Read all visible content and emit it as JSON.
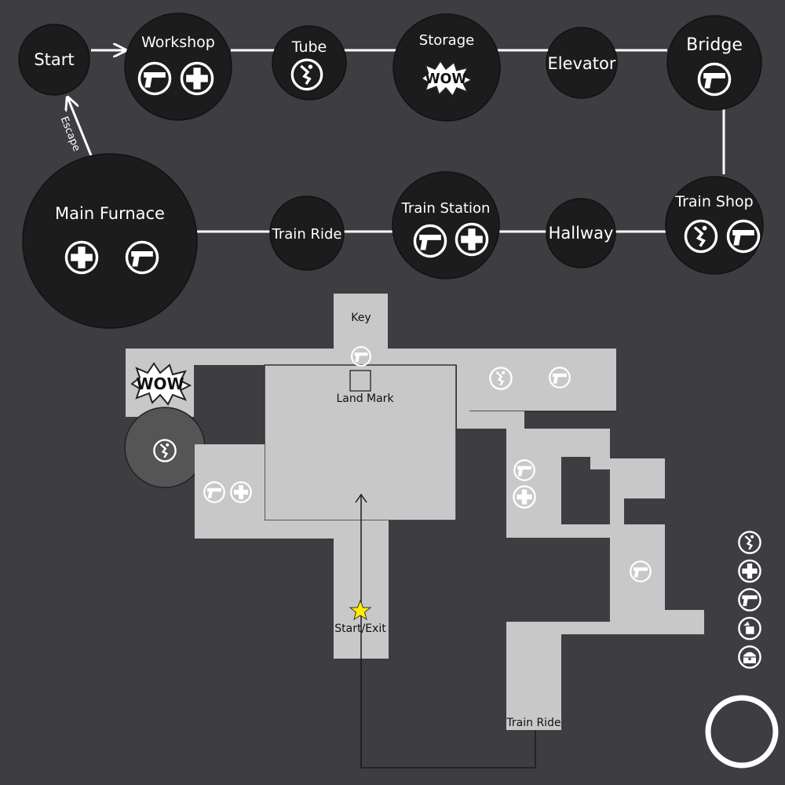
{
  "flow": {
    "nodes": [
      {
        "id": "start",
        "label": "Start",
        "icons": []
      },
      {
        "id": "workshop",
        "label": "Workshop",
        "icons": [
          "gun",
          "medkit"
        ]
      },
      {
        "id": "tube",
        "label": "Tube",
        "icons": [
          "tube"
        ]
      },
      {
        "id": "storage",
        "label": "Storage",
        "icons": [
          "wow"
        ]
      },
      {
        "id": "elevator",
        "label": "Elevator",
        "icons": []
      },
      {
        "id": "bridge",
        "label": "Bridge",
        "icons": [
          "gun"
        ]
      },
      {
        "id": "main-furnace",
        "label": "Main Furnace",
        "icons": [
          "medkit",
          "gun"
        ]
      },
      {
        "id": "train-ride",
        "label": "Train Ride",
        "icons": []
      },
      {
        "id": "train-station",
        "label": "Train Station",
        "icons": [
          "gun",
          "medkit"
        ]
      },
      {
        "id": "hallway",
        "label": "Hallway",
        "icons": []
      },
      {
        "id": "train-shop",
        "label": "Train Shop",
        "icons": [
          "tube",
          "gun"
        ]
      }
    ],
    "escape_label": "Escape"
  },
  "map": {
    "key_label": "Key",
    "landmark_label": "Land Mark",
    "start_exit_label": "Start/Exit",
    "train_ride_label": "Train Ride",
    "star_color": "#ffee00",
    "room_color": "#c8c8c8"
  },
  "legend": {
    "icons": [
      "tube",
      "medkit",
      "gun",
      "item-box",
      "chest"
    ]
  }
}
